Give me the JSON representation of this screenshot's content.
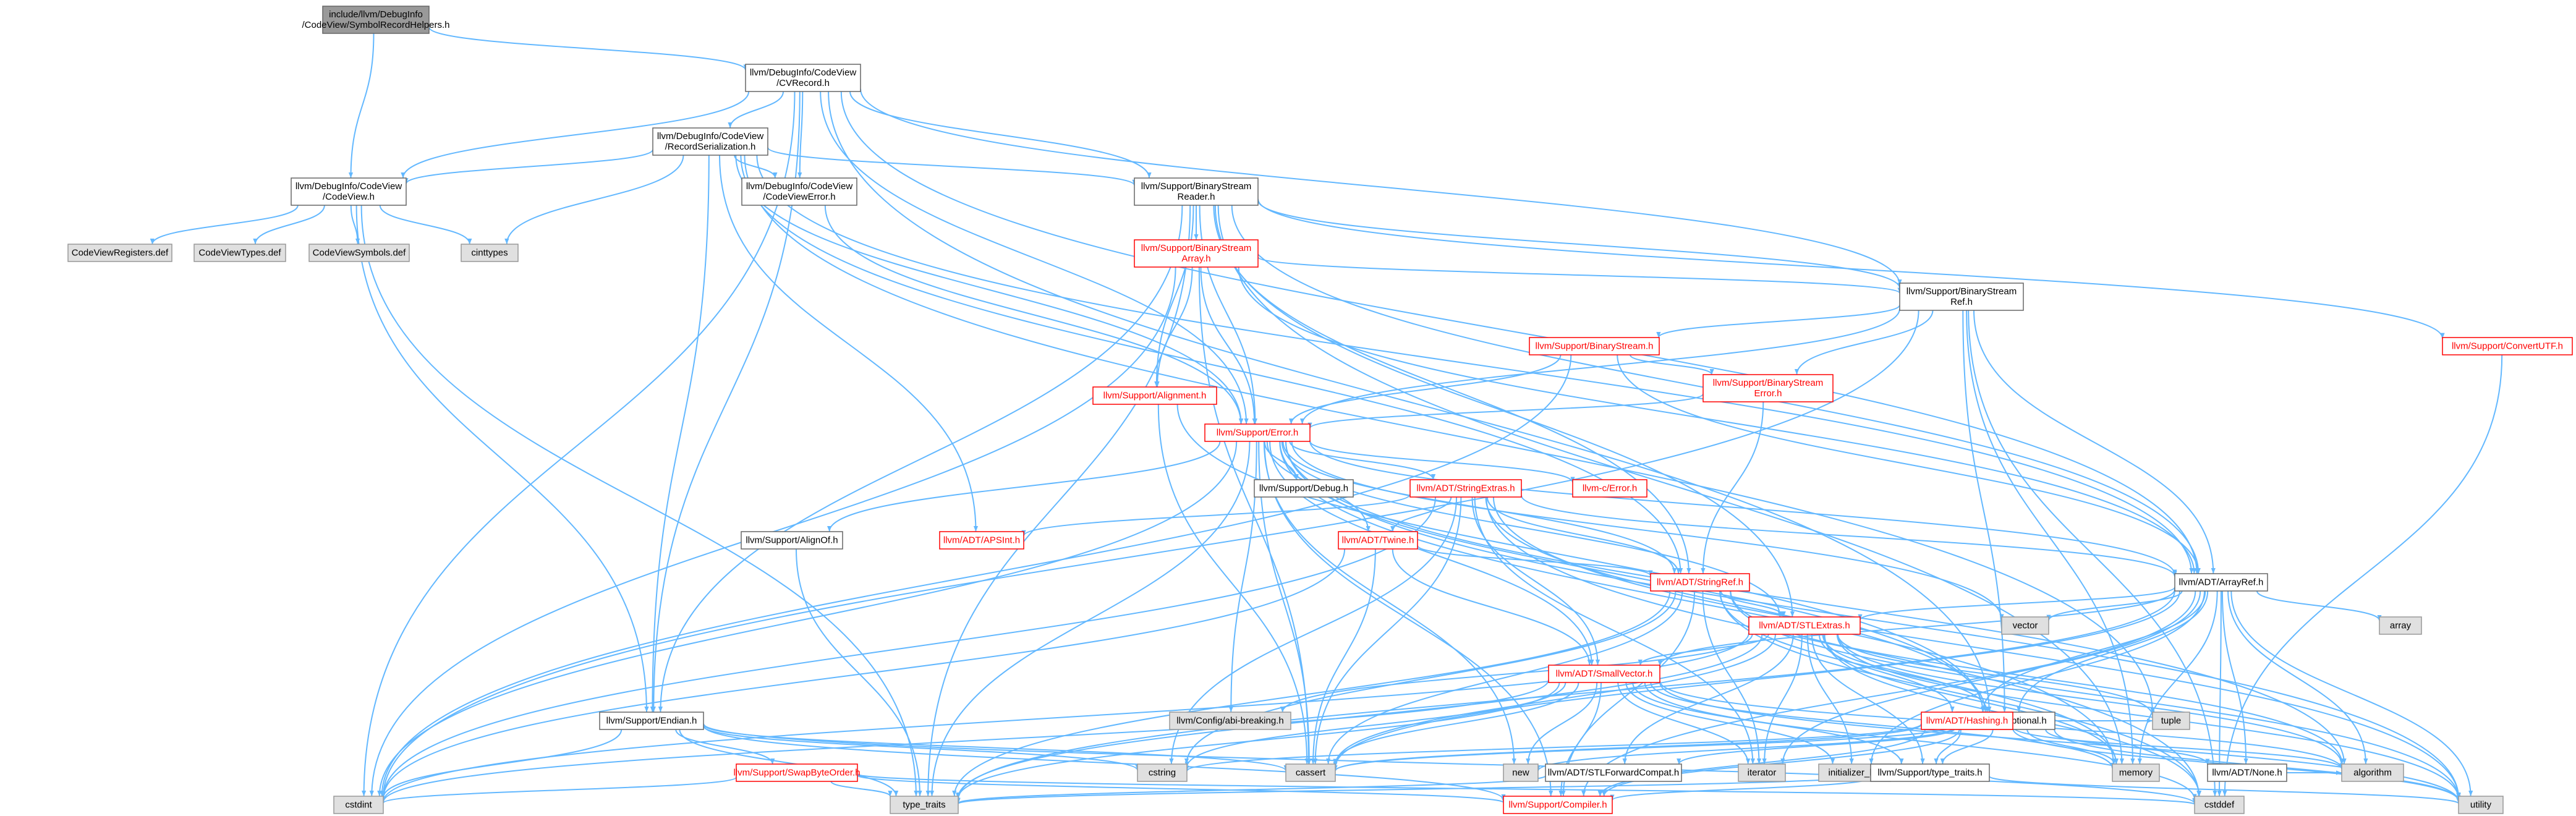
{
  "diagram": {
    "nodes": [
      {
        "id": "root",
        "lines": [
          "include/llvm/DebugInfo",
          "/CodeView/SymbolRecordHelpers.h"
        ],
        "style": "root"
      },
      {
        "id": "cvrecord",
        "lines": [
          "llvm/DebugInfo/CodeView",
          "/CVRecord.h"
        ],
        "style": "white"
      },
      {
        "id": "recordser",
        "lines": [
          "llvm/DebugInfo/CodeView",
          "/RecordSerialization.h"
        ],
        "style": "white"
      },
      {
        "id": "codeview",
        "lines": [
          "llvm/DebugInfo/CodeView",
          "/CodeView.h"
        ],
        "style": "white"
      },
      {
        "id": "cverror",
        "lines": [
          "llvm/DebugInfo/CodeView",
          "/CodeViewError.h"
        ],
        "style": "white"
      },
      {
        "id": "cvregs",
        "lines": [
          "CodeViewRegisters.def"
        ],
        "style": "grey"
      },
      {
        "id": "cvtypes",
        "lines": [
          "CodeViewTypes.def"
        ],
        "style": "grey"
      },
      {
        "id": "cvsyms",
        "lines": [
          "CodeViewSymbols.def"
        ],
        "style": "grey"
      },
      {
        "id": "cinttypes",
        "lines": [
          "cinttypes"
        ],
        "style": "grey"
      },
      {
        "id": "bsreader",
        "lines": [
          "llvm/Support/BinaryStream",
          "Reader.h"
        ],
        "style": "white"
      },
      {
        "id": "bsarray",
        "lines": [
          "llvm/Support/BinaryStream",
          "Array.h"
        ],
        "style": "red"
      },
      {
        "id": "bsref",
        "lines": [
          "llvm/Support/BinaryStream",
          "Ref.h"
        ],
        "style": "white"
      },
      {
        "id": "bs",
        "lines": [
          "llvm/Support/BinaryStream.h"
        ],
        "style": "red"
      },
      {
        "id": "bserror",
        "lines": [
          "llvm/Support/BinaryStream",
          "Error.h"
        ],
        "style": "red"
      },
      {
        "id": "convertutf",
        "lines": [
          "llvm/Support/ConvertUTF.h"
        ],
        "style": "red"
      },
      {
        "id": "alignment",
        "lines": [
          "llvm/Support/Alignment.h"
        ],
        "style": "red"
      },
      {
        "id": "error",
        "lines": [
          "llvm/Support/Error.h"
        ],
        "style": "red"
      },
      {
        "id": "debug",
        "lines": [
          "llvm/Support/Debug.h"
        ],
        "style": "white"
      },
      {
        "id": "stringextras",
        "lines": [
          "llvm/ADT/StringExtras.h"
        ],
        "style": "red"
      },
      {
        "id": "cerror",
        "lines": [
          "llvm-c/Error.h"
        ],
        "style": "red"
      },
      {
        "id": "alignof",
        "lines": [
          "llvm/Support/AlignOf.h"
        ],
        "style": "white"
      },
      {
        "id": "apsint",
        "lines": [
          "llvm/ADT/APSInt.h"
        ],
        "style": "red"
      },
      {
        "id": "twine",
        "lines": [
          "llvm/ADT/Twine.h"
        ],
        "style": "red"
      },
      {
        "id": "stringref",
        "lines": [
          "llvm/ADT/StringRef.h"
        ],
        "style": "red"
      },
      {
        "id": "arrayref",
        "lines": [
          "llvm/ADT/ArrayRef.h"
        ],
        "style": "white"
      },
      {
        "id": "array",
        "lines": [
          "array"
        ],
        "style": "grey"
      },
      {
        "id": "vector",
        "lines": [
          "vector"
        ],
        "style": "grey"
      },
      {
        "id": "stlextras",
        "lines": [
          "llvm/ADT/STLExtras.h"
        ],
        "style": "red"
      },
      {
        "id": "configabi",
        "lines": [
          "llvm/Config/abi-breaking.h"
        ],
        "style": "grey"
      },
      {
        "id": "smallvector",
        "lines": [
          "llvm/ADT/SmallVector.h"
        ],
        "style": "red"
      },
      {
        "id": "optional",
        "lines": [
          "llvm/ADT/Optional.h"
        ],
        "style": "white"
      },
      {
        "id": "endian",
        "lines": [
          "llvm/Support/Endian.h"
        ],
        "style": "white"
      },
      {
        "id": "new",
        "lines": [
          "new"
        ],
        "style": "grey"
      },
      {
        "id": "stlforward",
        "lines": [
          "llvm/ADT/STLForwardCompat.h"
        ],
        "style": "white"
      },
      {
        "id": "iterator",
        "lines": [
          "iterator"
        ],
        "style": "grey"
      },
      {
        "id": "initlist",
        "lines": [
          "initializer_list"
        ],
        "style": "grey"
      },
      {
        "id": "memory",
        "lines": [
          "memory"
        ],
        "style": "grey"
      },
      {
        "id": "none",
        "lines": [
          "llvm/ADT/None.h"
        ],
        "style": "white"
      },
      {
        "id": "hashing",
        "lines": [
          "llvm/ADT/Hashing.h"
        ],
        "style": "red"
      },
      {
        "id": "swapbyte",
        "lines": [
          "llvm/Support/SwapByteOrder.h"
        ],
        "style": "red"
      },
      {
        "id": "cstring",
        "lines": [
          "cstring"
        ],
        "style": "grey"
      },
      {
        "id": "cassert",
        "lines": [
          "cassert"
        ],
        "style": "grey"
      },
      {
        "id": "typetraits",
        "lines": [
          "llvm/Support/type_traits.h"
        ],
        "style": "white"
      },
      {
        "id": "tuple",
        "lines": [
          "tuple"
        ],
        "style": "grey"
      },
      {
        "id": "algorithm",
        "lines": [
          "algorithm"
        ],
        "style": "grey"
      },
      {
        "id": "cstdint",
        "lines": [
          "cstdint"
        ],
        "style": "grey"
      },
      {
        "id": "std_type_traits",
        "lines": [
          "type_traits"
        ],
        "style": "grey"
      },
      {
        "id": "compiler",
        "lines": [
          "llvm/Support/Compiler.h"
        ],
        "style": "red"
      },
      {
        "id": "cstddef",
        "lines": [
          "cstddef"
        ],
        "style": "grey"
      },
      {
        "id": "utility",
        "lines": [
          "utility"
        ],
        "style": "grey"
      }
    ],
    "edges": [
      [
        "root",
        "cvrecord"
      ],
      [
        "root",
        "codeview"
      ],
      [
        "cvrecord",
        "recordser"
      ],
      [
        "cvrecord",
        "codeview"
      ],
      [
        "cvrecord",
        "cverror"
      ],
      [
        "cvrecord",
        "bsreader"
      ],
      [
        "cvrecord",
        "bsref"
      ],
      [
        "cvrecord",
        "error"
      ],
      [
        "cvrecord",
        "endian"
      ],
      [
        "cvrecord",
        "arrayref"
      ],
      [
        "cvrecord",
        "optional"
      ],
      [
        "cvrecord",
        "cstdint"
      ],
      [
        "recordser",
        "codeview"
      ],
      [
        "recordser",
        "cverror"
      ],
      [
        "recordser",
        "bsreader"
      ],
      [
        "recordser",
        "cinttypes"
      ],
      [
        "recordser",
        "error"
      ],
      [
        "recordser",
        "apsint"
      ],
      [
        "recordser",
        "stringref"
      ],
      [
        "recordser",
        "endian"
      ],
      [
        "recordser",
        "arrayref"
      ],
      [
        "recordser",
        "tuple"
      ],
      [
        "codeview",
        "cvregs"
      ],
      [
        "codeview",
        "cvtypes"
      ],
      [
        "codeview",
        "cvsyms"
      ],
      [
        "codeview",
        "cinttypes"
      ],
      [
        "codeview",
        "endian"
      ],
      [
        "codeview",
        "std_type_traits"
      ],
      [
        "cverror",
        "error"
      ],
      [
        "bsreader",
        "bsarray"
      ],
      [
        "bsreader",
        "bsref"
      ],
      [
        "bsreader",
        "convertutf"
      ],
      [
        "bsreader",
        "alignment"
      ],
      [
        "bsreader",
        "error"
      ],
      [
        "bsreader",
        "stringref"
      ],
      [
        "bsreader",
        "stlextras"
      ],
      [
        "bsreader",
        "arrayref"
      ],
      [
        "bsreader",
        "endian"
      ],
      [
        "bsreader",
        "std_type_traits"
      ],
      [
        "bsreader",
        "memory"
      ],
      [
        "bsarray",
        "bsref"
      ],
      [
        "bsarray",
        "alignment"
      ],
      [
        "bsarray",
        "error"
      ],
      [
        "bsarray",
        "arrayref"
      ],
      [
        "bsarray",
        "cassert"
      ],
      [
        "bsarray",
        "cstdint"
      ],
      [
        "bsref",
        "bs"
      ],
      [
        "bsref",
        "bserror"
      ],
      [
        "bsref",
        "error"
      ],
      [
        "bsref",
        "arrayref"
      ],
      [
        "bsref",
        "optional"
      ],
      [
        "bsref",
        "cstdint"
      ],
      [
        "bsref",
        "memory"
      ],
      [
        "bsref",
        "cstddef"
      ],
      [
        "bs",
        "bserror"
      ],
      [
        "bs",
        "error"
      ],
      [
        "bs",
        "arrayref"
      ],
      [
        "bs",
        "cstdint"
      ],
      [
        "bserror",
        "error"
      ],
      [
        "bserror",
        "stringref"
      ],
      [
        "convertutf",
        "cstddef"
      ],
      [
        "alignment",
        "cassert"
      ],
      [
        "alignment",
        "optional"
      ],
      [
        "error",
        "debug"
      ],
      [
        "error",
        "stringextras"
      ],
      [
        "error",
        "cerror"
      ],
      [
        "error",
        "alignof"
      ],
      [
        "error",
        "twine"
      ],
      [
        "error",
        "stringref"
      ],
      [
        "error",
        "stlextras"
      ],
      [
        "error",
        "smallvector"
      ],
      [
        "error",
        "configabi"
      ],
      [
        "error",
        "compiler"
      ],
      [
        "error",
        "cassert"
      ],
      [
        "error",
        "cstdint"
      ],
      [
        "error",
        "memory"
      ],
      [
        "error",
        "new"
      ],
      [
        "error",
        "std_type_traits"
      ],
      [
        "error",
        "utility"
      ],
      [
        "error",
        "optional"
      ],
      [
        "error",
        "vector"
      ],
      [
        "error",
        "arrayref"
      ],
      [
        "error",
        "algorithm"
      ],
      [
        "stringextras",
        "apsint"
      ],
      [
        "stringextras",
        "arrayref"
      ],
      [
        "stringextras",
        "stringref"
      ],
      [
        "stringextras",
        "twine"
      ],
      [
        "stringextras",
        "iterator"
      ],
      [
        "stringextras",
        "cassert"
      ],
      [
        "stringextras",
        "cstddef"
      ],
      [
        "stringextras",
        "cstdint"
      ],
      [
        "stringextras",
        "cstring"
      ],
      [
        "stringextras",
        "utility"
      ],
      [
        "stringextras",
        "optional"
      ],
      [
        "stringextras",
        "smallvector"
      ],
      [
        "alignof",
        "std_type_traits"
      ],
      [
        "twine",
        "smallvector"
      ],
      [
        "twine",
        "stringref"
      ],
      [
        "twine",
        "cassert"
      ],
      [
        "twine",
        "cstdint"
      ],
      [
        "stringref",
        "stlextras"
      ],
      [
        "stringref",
        "compiler"
      ],
      [
        "stringref",
        "algorithm"
      ],
      [
        "stringref",
        "cassert"
      ],
      [
        "stringref",
        "cstddef"
      ],
      [
        "stringref",
        "cstring"
      ],
      [
        "stringref",
        "std_type_traits"
      ],
      [
        "stringref",
        "utility"
      ],
      [
        "stringref",
        "iterator"
      ],
      [
        "stringref",
        "memory"
      ],
      [
        "arrayref",
        "hashing"
      ],
      [
        "arrayref",
        "none"
      ],
      [
        "arrayref",
        "smallvector"
      ],
      [
        "arrayref",
        "stlextras"
      ],
      [
        "arrayref",
        "compiler"
      ],
      [
        "arrayref",
        "algorithm"
      ],
      [
        "arrayref",
        "array"
      ],
      [
        "arrayref",
        "cassert"
      ],
      [
        "arrayref",
        "cstddef"
      ],
      [
        "arrayref",
        "initlist"
      ],
      [
        "arrayref",
        "iterator"
      ],
      [
        "arrayref",
        "memory"
      ],
      [
        "arrayref",
        "std_type_traits"
      ],
      [
        "arrayref",
        "vector"
      ],
      [
        "arrayref",
        "optional"
      ],
      [
        "arrayref",
        "utility"
      ],
      [
        "stlextras",
        "optional"
      ],
      [
        "stlextras",
        "stlforward"
      ],
      [
        "stlextras",
        "iterator"
      ],
      [
        "stlextras",
        "configabi"
      ],
      [
        "stlextras",
        "algorithm"
      ],
      [
        "stlextras",
        "cassert"
      ],
      [
        "stlextras",
        "cstddef"
      ],
      [
        "stlextras",
        "cstdint"
      ],
      [
        "stlextras",
        "initlist"
      ],
      [
        "stlextras",
        "memory"
      ],
      [
        "stlextras",
        "tuple"
      ],
      [
        "stlextras",
        "std_type_traits"
      ],
      [
        "stlextras",
        "utility"
      ],
      [
        "stlextras",
        "smallvector"
      ],
      [
        "stlextras",
        "typetraits"
      ],
      [
        "stlextras",
        "hashing"
      ],
      [
        "smallvector",
        "compiler"
      ],
      [
        "smallvector",
        "typetraits"
      ],
      [
        "smallvector",
        "algorithm"
      ],
      [
        "smallvector",
        "cassert"
      ],
      [
        "smallvector",
        "cstddef"
      ],
      [
        "smallvector",
        "cstdint"
      ],
      [
        "smallvector",
        "cstring"
      ],
      [
        "smallvector",
        "initlist"
      ],
      [
        "smallvector",
        "iterator"
      ],
      [
        "smallvector",
        "memory"
      ],
      [
        "smallvector",
        "new"
      ],
      [
        "smallvector",
        "std_type_traits"
      ],
      [
        "smallvector",
        "utility"
      ],
      [
        "optional",
        "hashing"
      ],
      [
        "optional",
        "none"
      ],
      [
        "optional",
        "stlforward"
      ],
      [
        "optional",
        "compiler"
      ],
      [
        "optional",
        "typetraits"
      ],
      [
        "optional",
        "cassert"
      ],
      [
        "optional",
        "new"
      ],
      [
        "optional",
        "utility"
      ],
      [
        "optional",
        "memory"
      ],
      [
        "endian",
        "swapbyte"
      ],
      [
        "endian",
        "compiler"
      ],
      [
        "endian",
        "cassert"
      ],
      [
        "endian",
        "cstddef"
      ],
      [
        "endian",
        "cstdint"
      ],
      [
        "endian",
        "cstring"
      ],
      [
        "endian",
        "std_type_traits"
      ],
      [
        "stlforward",
        "std_type_traits"
      ],
      [
        "none",
        "algorithm"
      ],
      [
        "hashing",
        "typetraits"
      ],
      [
        "hashing",
        "compiler"
      ],
      [
        "hashing",
        "algorithm"
      ],
      [
        "hashing",
        "cassert"
      ],
      [
        "hashing",
        "cstring"
      ],
      [
        "hashing",
        "tuple"
      ],
      [
        "hashing",
        "utility"
      ],
      [
        "swapbyte",
        "compiler"
      ],
      [
        "swapbyte",
        "cstddef"
      ],
      [
        "swapbyte",
        "cstdint"
      ],
      [
        "swapbyte",
        "std_type_traits"
      ],
      [
        "typetraits",
        "compiler"
      ],
      [
        "typetraits",
        "std_type_traits"
      ],
      [
        "typetraits",
        "utility"
      ]
    ]
  }
}
